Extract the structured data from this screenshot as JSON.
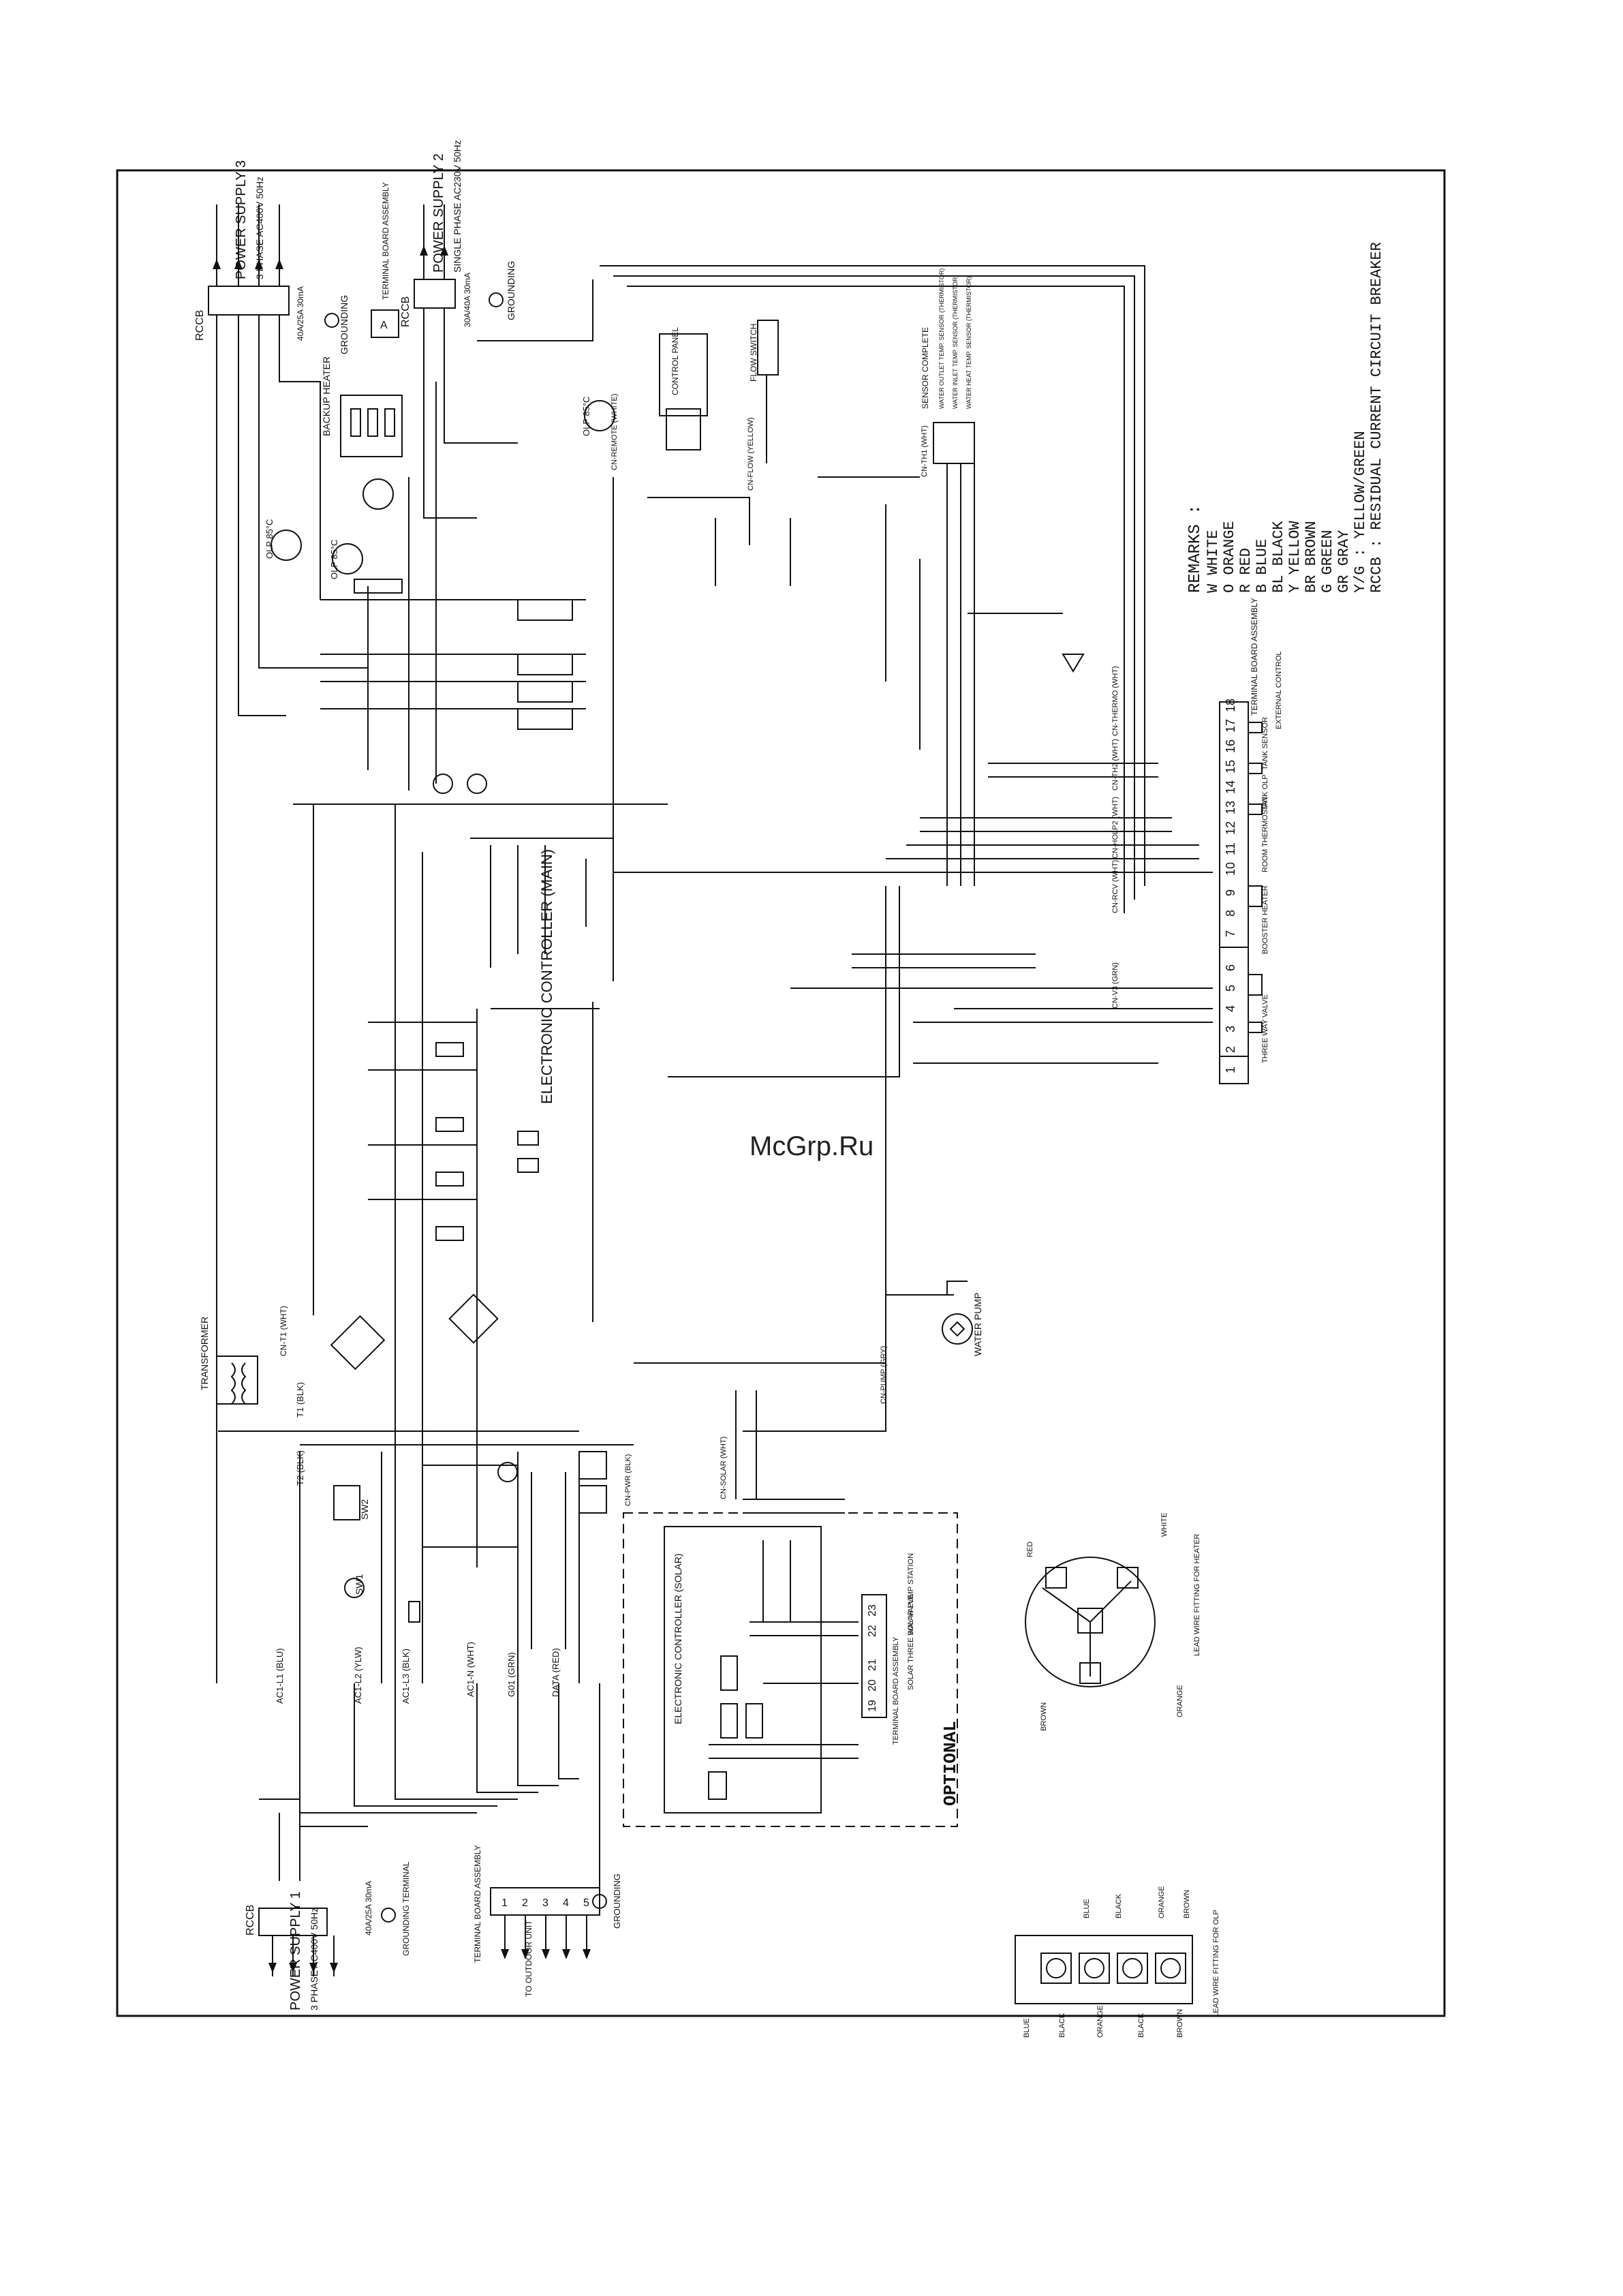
{
  "watermark": "McGrp.Ru",
  "remarks": {
    "title": "REMARKS :",
    "items": [
      "W       WHITE",
      "O       ORANGE",
      "R       RED",
      "B       BLUE",
      "BL      BLACK",
      "Y       YELLOW",
      "BR      BROWN",
      "G       GREEN",
      "GR      GRAY",
      "Y/G : YELLOW/GREEN",
      "RCCB : RESIDUAL CURRENT CIRCUIT BREAKER"
    ]
  },
  "power": {
    "supply3": "POWER SUPPLY 3",
    "supply3_spec": "3 PHASE AC400V 50Hz",
    "supply2": "POWER SUPPLY 2",
    "supply2_spec": "SINGLE PHASE AC230V 50Hz",
    "supply1": "POWER SUPPLY 1",
    "supply1_spec": "3 PHASE AC400V 50Hz",
    "rccb": "RCCB",
    "grounding": "GROUNDING",
    "grounding_terminal": "GROUNDING TERMINAL",
    "tb_assembly": "TERMINAL BOARD ASSEMBLY",
    "to_outdoor": "TO OUTDOOR UNIT",
    "rating1": "40A/25A 30mA",
    "rating2": "30A/40A 30mA"
  },
  "blocks": {
    "main_controller": "ELECTRONIC CONTROLLER (MAIN)",
    "solar_controller": "ELECTRONIC CONTROLLER (SOLAR)",
    "optional": "OPTIONAL",
    "transformer": "TRANSFORMER",
    "water_pump": "WATER PUMP",
    "control_panel": "CONTROL PANEL",
    "flow_switch": "FLOW SWITCH",
    "backup_heater": "BACKUP HEATER",
    "olp_a": "OLP 85°C",
    "olp_b": "OLP 85°C",
    "olp_c": "OLP 85°C",
    "sw1": "SW1",
    "sw2": "SW2",
    "sensor_complete": "SENSOR COMPLETE",
    "sensor_lines": [
      "WATER OUTLET TEMP. SENSOR (THERMISTOR)",
      "WATER INLET TEMP. SENSOR (THERMISTOR)",
      "WATER HEAT TEMP. SENSOR (THERMISTOR)"
    ],
    "lead_wire_olp": "LEAD WIRE FITTING FOR OLP",
    "lead_wire_heater": "LEAD WIRE FITTING FOR HEATER"
  },
  "connectors": [
    "CN-TH1 (WHT)",
    "CN-FLOW (YELLOW)",
    "CN-REMOTE (WHITE)",
    "CN-THERMO (WHT)",
    "CN-TH2 (WHT)",
    "CN-HOLP2 (WHT)",
    "CN-RCV (WHT)",
    "CN-V3 (GRN)",
    "CN-T1 (WHT)",
    "CN-PWR (BLK)",
    "CN-SOLAR (WHT)",
    "CN-PUMP (GRY)",
    "AC1-L1 (BLU)",
    "AC1-L2 (YLW)",
    "AC1-L3 (BLK)",
    "AC1-N (WHT)",
    "G01 (GRN)",
    "DATA (RED)",
    "T1 (BLK)",
    "T2 (BLK)"
  ],
  "right_tb": {
    "label": "TERMINAL BOARD ASSEMBLY",
    "top_numbers": [
      "1",
      "2",
      "3",
      "4",
      "5",
      "6",
      "7",
      "8",
      "9",
      "10",
      "11",
      "12",
      "13",
      "14",
      "15",
      "16",
      "17",
      "18"
    ],
    "captions": [
      "THREE WAY VALVE",
      "BOOSTER HEATER",
      "ROOM THERMOSTAT",
      "TANK OLP",
      "TANK SENSOR",
      "EXTERNAL CONTROL"
    ]
  },
  "optional_tb": {
    "label": "TERMINAL BOARD ASSEMBLY",
    "numbers": [
      "19",
      "20",
      "21",
      "22",
      "23"
    ],
    "captions": [
      "SOLAR THREE WAY VALVE",
      "SOLAR PUMP STATION"
    ]
  },
  "bottom_tb": {
    "numbers": [
      "1",
      "2",
      "3",
      "4",
      "5"
    ]
  },
  "olp_wires": [
    "BLUE",
    "BLACK",
    "BLACK",
    "ORANGE",
    "ORANGE",
    "BROWN",
    "BLACK",
    "BROWN",
    "BLUE"
  ],
  "heater_wires": [
    "RED",
    "WHITE",
    "BROWN",
    "ORANGE"
  ],
  "colors": {
    "line": "#111111",
    "paper": "#ffffff",
    "watermark": "#222222"
  }
}
